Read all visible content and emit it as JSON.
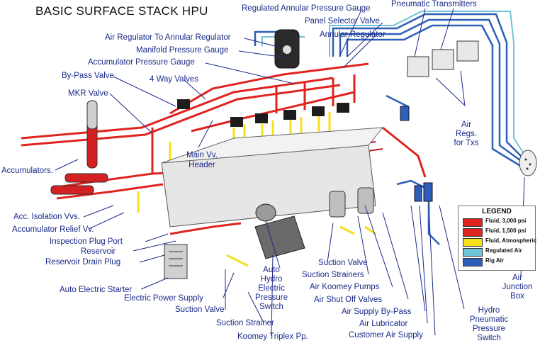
{
  "title": "BASIC SURFACE STACK HPU",
  "labels": {
    "regulated_annular_pressure_gauge": "Regulated Annular Pressure Gauge",
    "pneumatic_transmitters": "Pneumatic Transmitters",
    "panel_selector_valve": "Panel Selector Valve",
    "air_regulator_to_annular_regulator": "Air Regulator To Annular Regulator",
    "annular_regulator": "Annular Regulator",
    "manifold_pressure_gauge": "Manifold Pressure Gauge",
    "accumulator_pressure_gauge": "Accumulator Pressure Gauge",
    "by_pass_valve": "By-Pass Valve",
    "four_way_valves": "4 Way Valves",
    "mkr_valve": "MKR Valve",
    "air_regs_line1": "Air",
    "air_regs_line2": "Regs.",
    "air_regs_line3": "for Txs",
    "main_vv_header_line1": "Main Vv.",
    "main_vv_header_line2": "Header",
    "accumulators": "Accumulators.",
    "acc_isolation": "Acc. Isolation  Vvs.",
    "accumulator_relief": "Accumulator Relief Vv.",
    "inspection_plug_port": "Inspection Plug Port",
    "reservoir": "Reservoir",
    "reservoir_drain_plug": "Reservoir Drain Plug",
    "auto_electric_starter": "Auto Electric Starter",
    "electric_power_supply": "Electric Power Supply",
    "suction_valve_left": "Suction Valve",
    "suction_strainer": "Suction Strainer",
    "koomey_triplex": "Koomey Triplex Pp.",
    "auto_hydro_line1": "Auto",
    "auto_hydro_line2": "Hydro",
    "auto_hydro_line3": "Electric",
    "auto_hydro_line4": "Pressure",
    "auto_hydro_line5": "Switch",
    "suction_valve_right": "Suction Valve",
    "suction_strainers": "Suction Strainers",
    "air_koomey_pumps": "Air Koomey Pumps",
    "air_shut_off_valves": "Air Shut Off Valves",
    "air_supply_by_pass": "Air Supply By-Pass",
    "air_lubricator": "Air Lubricator",
    "customer_air_supply": "Customer Air Supply",
    "hydro_pneumatic_line1": "Hydro",
    "hydro_pneumatic_line2": "Pneumatic",
    "hydro_pneumatic_line3": "Pressure",
    "hydro_pneumatic_line4": "Switch",
    "air_junction_line1": "Air",
    "air_junction_line2": "Junction",
    "air_junction_line3": "Box"
  },
  "legend": {
    "title": "LEGEND",
    "items": [
      {
        "label": "Fluid, 3,000 psi",
        "color": "#e0231f"
      },
      {
        "label": "Fluid, 1,500 psi",
        "color": "#e0231f"
      },
      {
        "label": "Fluid, Atmospheric",
        "color": "#f5e01a"
      },
      {
        "label": "Regulated Air",
        "color": "#6fc3d8"
      },
      {
        "label": "Rig Air",
        "color": "#2d5fb8"
      }
    ]
  }
}
